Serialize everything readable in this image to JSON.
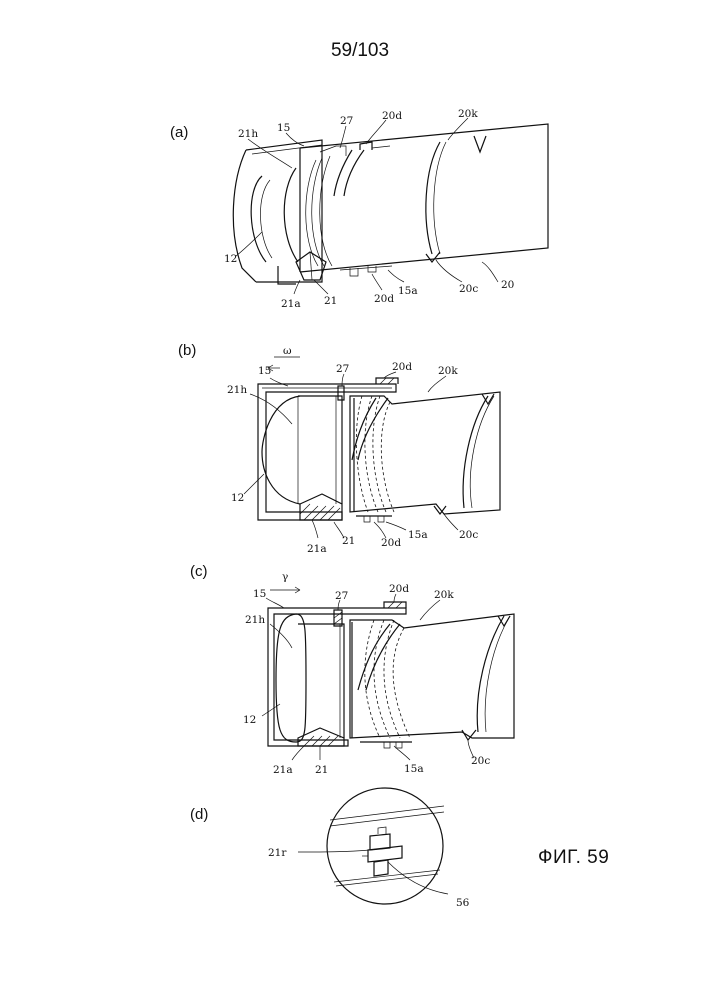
{
  "page_number": "59/103",
  "figure_caption": "ФИГ. 59",
  "panels": {
    "a": {
      "label": "(a)",
      "refs": [
        "21h",
        "15",
        "27",
        "20d",
        "20k",
        "12",
        "21a",
        "21",
        "20d",
        "15a",
        "20c",
        "20"
      ]
    },
    "b": {
      "label": "(b)",
      "arrow_symbol": "ω",
      "refs": [
        "15",
        "27",
        "20d",
        "20k",
        "21h",
        "12",
        "21a",
        "21",
        "20d",
        "15a",
        "20c"
      ]
    },
    "c": {
      "label": "(c)",
      "arrow_symbol": "γ",
      "refs": [
        "15",
        "27",
        "20d",
        "20k",
        "21h",
        "12",
        "21a",
        "21",
        "15a",
        "20c"
      ]
    },
    "d": {
      "label": "(d)",
      "refs": [
        "21r",
        "56"
      ]
    }
  }
}
